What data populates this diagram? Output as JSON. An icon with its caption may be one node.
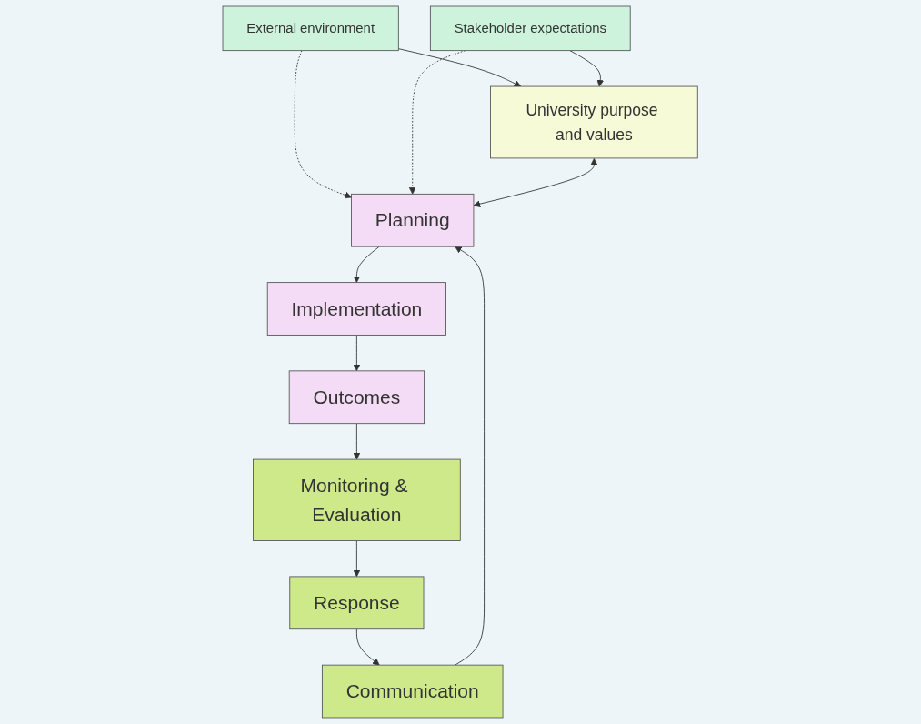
{
  "diagram": {
    "nodes": [
      {
        "text": [
          "University purpose and values"
        ]
      },
      {
        "text": [
          "External environment"
        ]
      },
      {
        "text": [
          "Stakeholder expectations"
        ]
      },
      {
        "text": [
          "Planning"
        ]
      },
      {
        "text": [
          "Implementation"
        ]
      },
      {
        "text": [
          "Outcomes"
        ]
      },
      {
        "text": [
          "Monitoring & Evaluation"
        ]
      },
      {
        "text": [
          "Response"
        ]
      },
      {
        "text": [
          "Communication"
        ]
      }
    ],
    "edges": [
      {
        "from": 1,
        "to": 0,
        "arrow": "to"
      },
      {
        "from": 2,
        "to": 0,
        "arrow": "to"
      },
      {
        "from": 1,
        "to": 3,
        "arrow": "to",
        "style": "dashed"
      },
      {
        "from": 2,
        "to": 3,
        "arrow": "to",
        "style": "dashed"
      },
      {
        "from": 0,
        "to": 3,
        "arrow": "both"
      },
      {
        "from": 3,
        "to": 4,
        "arrow": "to"
      },
      {
        "from": 4,
        "to": 5,
        "arrow": "to"
      },
      {
        "from": 5,
        "to": 6,
        "arrow": "to"
      },
      {
        "from": 6,
        "to": 7,
        "arrow": "to"
      },
      {
        "from": 7,
        "to": 8,
        "arrow": "to"
      },
      {
        "from": 8,
        "to": 3,
        "arrow": "to"
      }
    ]
  }
}
